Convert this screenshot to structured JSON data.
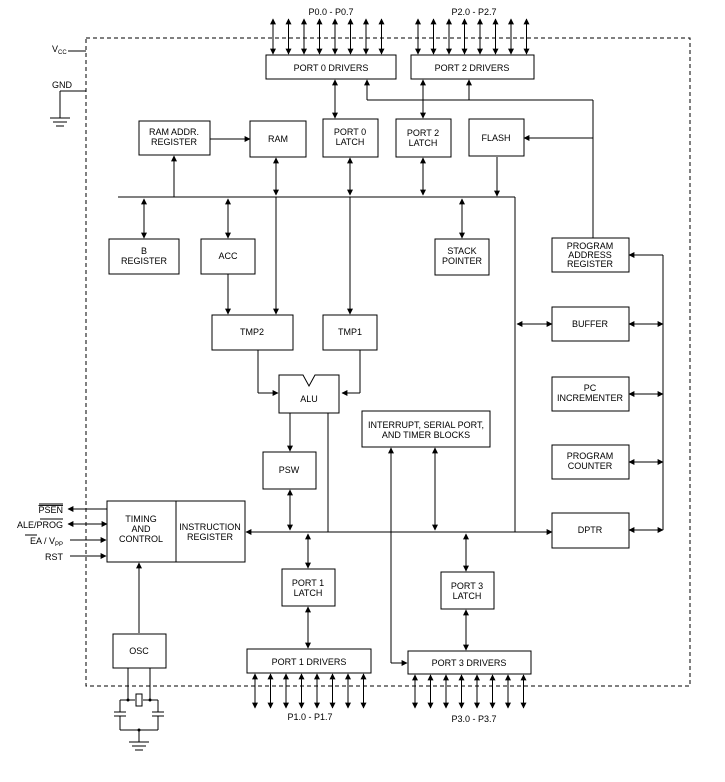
{
  "blocks": {
    "port0_drivers": "PORT 0 DRIVERS",
    "port2_drivers": "PORT 2 DRIVERS",
    "ram_addr_register": [
      "RAM ADDR.",
      "REGISTER"
    ],
    "ram": "RAM",
    "port0_latch": [
      "PORT 0",
      "LATCH"
    ],
    "port2_latch": [
      "PORT 2",
      "LATCH"
    ],
    "flash": "FLASH",
    "b_register": [
      "B",
      "REGISTER"
    ],
    "acc": "ACC",
    "stack_pointer": [
      "STACK",
      "POINTER"
    ],
    "program_address_register": [
      "PROGRAM",
      "ADDRESS",
      "REGISTER"
    ],
    "buffer": "BUFFER",
    "tmp2": "TMP2",
    "tmp1": "TMP1",
    "alu": "ALU",
    "pc_incrementer": [
      "PC",
      "INCREMENTER"
    ],
    "interrupt_blocks": [
      "INTERRUPT, SERIAL PORT,",
      "AND TIMER BLOCKS"
    ],
    "psw": "PSW",
    "program_counter": [
      "PROGRAM",
      "COUNTER"
    ],
    "timing_control": [
      "TIMING",
      "AND",
      "CONTROL"
    ],
    "instruction_register": [
      "INSTRUCTION",
      "REGISTER"
    ],
    "dptr": "DPTR",
    "port1_latch": [
      "PORT 1",
      "LATCH"
    ],
    "port3_latch": [
      "PORT 3",
      "LATCH"
    ],
    "osc": "OSC",
    "port1_drivers": "PORT 1 DRIVERS",
    "port3_drivers": "PORT 3 DRIVERS"
  },
  "pins": {
    "p0": "P0.0 - P0.7",
    "p2": "P2.0 - P2.7",
    "p1": "P1.0 - P1.7",
    "p3": "P3.0 - P3.7",
    "vcc": "V",
    "vcc_sub": "CC",
    "gnd": "GND",
    "psen": "PSEN",
    "ale_prog": "ALE/PROG",
    "ea": "EA",
    "ea_sep": " / V",
    "ea_sub": "PP",
    "rst": "RST"
  }
}
